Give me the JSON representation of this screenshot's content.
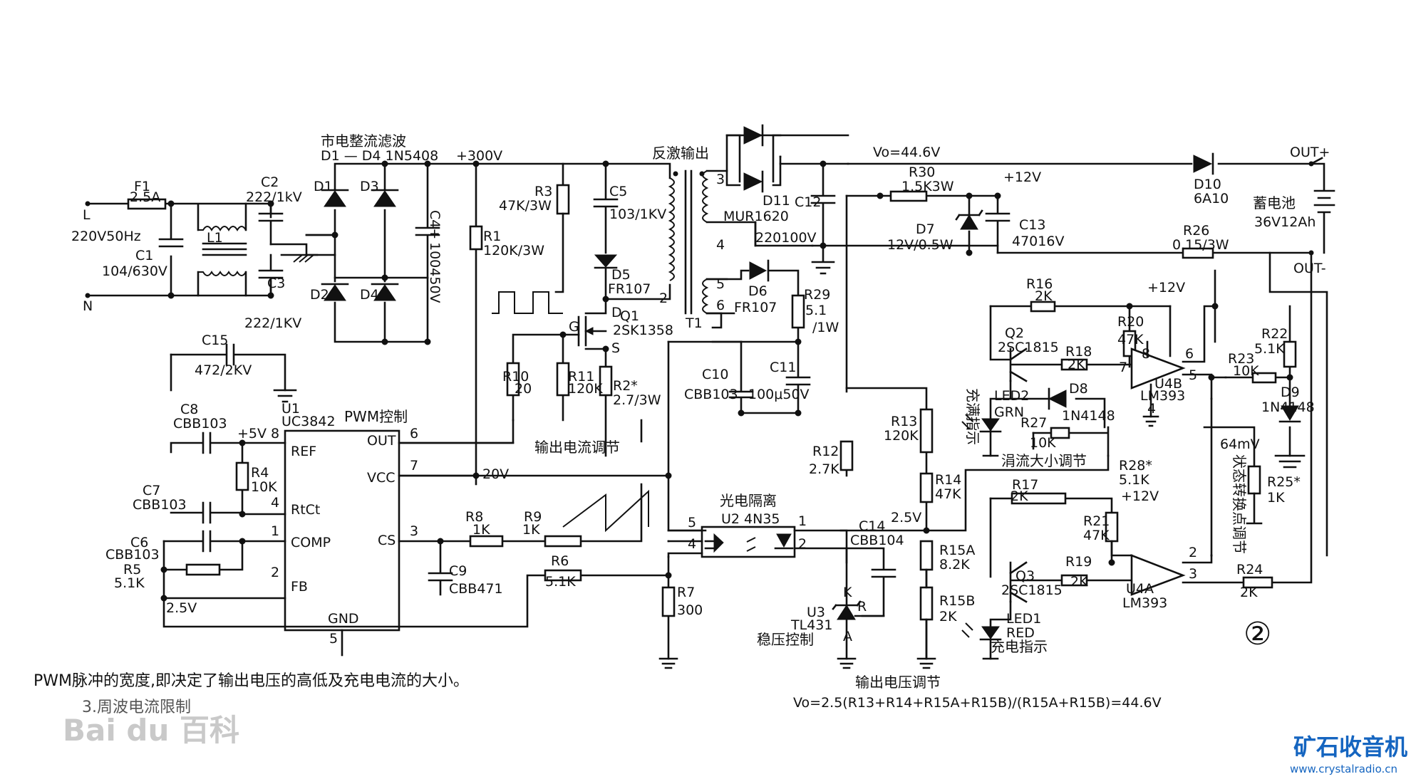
{
  "labels": {
    "rect_title": "市电整流滤波",
    "d1d4": "D1 — D4 1N5408",
    "v300": "+300V",
    "flyback": "反激输出",
    "vo": "Vo=44.6V",
    "out_plus": "OUT+",
    "out_minus": "OUT-",
    "F1": "F1",
    "f1_val": "2.5A",
    "L": "L",
    "N": "N",
    "mains": "220V50Hz",
    "C1": "C1",
    "c1_val": "104/630V",
    "L1": "L1",
    "C2": "C2",
    "c2_val": "222/1kV",
    "C3": "C3",
    "c3_val": "222/1KV",
    "D1": "D1",
    "D2": "D2",
    "D3": "D3",
    "D4": "D4",
    "C4": "C4+",
    "c4_val": "100450V",
    "C15": "C15",
    "c15_val": "472/2KV",
    "R1": "R1",
    "r1_val": "120K/3W",
    "R3": "R3",
    "r3_val": "47K/3W",
    "C5": "C5",
    "c5_val": "103/1KV",
    "D5": "D5",
    "d5_val": "FR107",
    "pin2": "2",
    "T1": "T1",
    "Q1_D": "D",
    "Q1_G": "G",
    "Q1_S": "S",
    "Q1": "Q1",
    "q1_val": "2SK1358",
    "R10": "R10",
    "r10_val": "20",
    "R11": "R11",
    "r11_val": "120K",
    "R2": "R2*",
    "r2_val": "2.7/3W",
    "cur_adj": "输出电流调节",
    "v20": "20V",
    "t3": "3",
    "t4": "4",
    "t5": "5",
    "t6": "6",
    "D11": "D11",
    "d11_val": "MUR1620",
    "C12": "C12",
    "c12_val": "220100V",
    "D6": "D6",
    "d6_val": "FR107",
    "R29": "R29",
    "r29_val": "5.1",
    "r29_w": "/1W",
    "C10": "C10",
    "c10_val": "CBB103",
    "C11": "C11",
    "c11_val": "100μ50V",
    "R30": "R30",
    "r30_val": "1.5K3W",
    "D7": "D7",
    "d7_val": "12V/0.5W",
    "p12v_a": "+12V",
    "C13": "C13",
    "c13_val": "47016V",
    "D10": "D10",
    "d10_val": "6A10",
    "battery": "蓄电池",
    "battery_val": "36V12Ah",
    "R26": "R26",
    "r26_val": "0.15/3W",
    "R16": "R16",
    "r16_val": "2K",
    "p12v_b": "+12V",
    "R20": "R20",
    "r20_val": "47K",
    "R22": "R22",
    "r22_val": "5.1K",
    "Q2": "Q2",
    "q2_val": "2SC1815",
    "R18": "R18",
    "r18_val": "2K",
    "R23": "R23",
    "r23_val": "10K",
    "U4B": "U4B",
    "u4b_val": "LM393",
    "u4b_p8": "8",
    "u4b_p7": "7",
    "u4b_p6": "6",
    "u4b_p5": "5",
    "u4b_p4": "4",
    "LED2": "LED2",
    "led2_val": "GRN",
    "D8": "D8",
    "d8_val": "1N4148",
    "full_ind": "充满指示",
    "R27": "R27",
    "r27_val": "10K",
    "D9": "D9",
    "d9_val": "1N4148",
    "mv64": "64mV",
    "R13": "R13",
    "r13_val": "120K",
    "R12": "R12",
    "r12_val": "2.7K",
    "trickle": "涓流大小调节",
    "R28": "R28*",
    "r28_val": "5.1K",
    "R14": "R14",
    "r14_val": "47K",
    "R17": "R17",
    "r17_val": "2K",
    "p12v_c": "+12V",
    "R21": "R21",
    "r21_val": "47K",
    "state_adj": "状态转换点调节",
    "R25": "R25*",
    "r25_val": "1K",
    "v25_a": "2.5V",
    "opto": "光电隔离",
    "U2": "U2 4N35",
    "o1": "1",
    "o2": "2",
    "o4": "4",
    "o5": "5",
    "C14": "C14",
    "c14_val": "CBB104",
    "R15A": "R15A",
    "r15a_val": "8.2K",
    "R15B": "R15B",
    "r15b_val": "2K",
    "Q3": "Q3",
    "q3_val": "2SC1815",
    "R19": "R19",
    "r19_val": "2K",
    "U4A": "U4A",
    "u4a_val": "LM393",
    "u4a_p2": "2",
    "u4a_p3": "3",
    "R24": "R24",
    "r24_val": "2K",
    "LED1": "LED1",
    "led1_val": "RED",
    "charge_ind": "充电指示",
    "circle2": "②",
    "C8": "C8",
    "c8_val": "CBB103",
    "p5v": "+5V",
    "U1": "U1",
    "u1_val": "UC3842",
    "pwm_ctrl": "PWM控制",
    "REF": "REF",
    "RtCt": "RtCt",
    "COMP": "COMP",
    "FB": "FB",
    "GND": "GND",
    "OUT": "OUT",
    "VCC": "VCC",
    "CS": "CS",
    "u1_p8": "8",
    "u1_p4": "4",
    "u1_p1": "1",
    "u1_p2": "2",
    "u1_p5": "5",
    "u1_p6": "6",
    "u1_p7": "7",
    "u1_p3": "3",
    "R4": "R4",
    "r4_val": "10K",
    "C7": "C7",
    "c7_val": "CBB103",
    "C6": "C6",
    "c6_val": "CBB103",
    "R5": "R5",
    "r5_val": "5.1K",
    "v25_b": "2.5V",
    "R8": "R8",
    "r8_val": "1K",
    "R9": "R9",
    "r9_val": "1K",
    "C9": "C9",
    "c9_val": "CBB471",
    "R6": "R6",
    "r6_val": "5.1K",
    "R7": "R7",
    "r7_val": "300",
    "U3": "U3",
    "u3_val": "TL431",
    "reg_ctrl": "稳压控制",
    "u3_K": "K",
    "u3_R": "R",
    "u3_A": "A",
    "vout_adj": "输出电压调节",
    "formula": "Vo=2.5(R13+R14+R15A+R15B)/(R15A+R15B)=44.6V"
  },
  "caption": "PWM脉冲的宽度,即决定了输出电压的高低及充电电流的大小。",
  "caption2": "3.周波电流限制",
  "watermark_left": "Bai du 百科",
  "brand": {
    "name": "矿石收音机",
    "url": "www.crystalradio.cn",
    "color": "#1565c0"
  }
}
